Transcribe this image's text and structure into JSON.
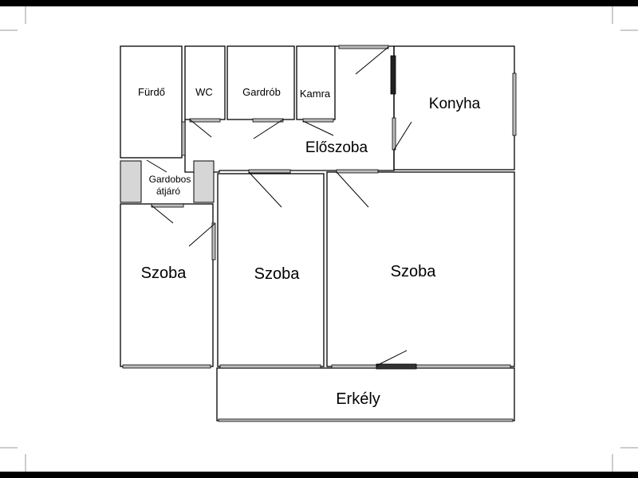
{
  "rooms": {
    "furdo": "Fürdő",
    "wc": "WC",
    "gardrob": "Gardrób",
    "kamra": "Kamra",
    "konyha": "Konyha",
    "eloszoba": "Előszoba",
    "gardobos_line1": "Gardobos",
    "gardobos_line2": "átjáró",
    "szoba_left": "Szoba",
    "szoba_middle": "Szoba",
    "szoba_right": "Szoba",
    "erkely": "Erkély"
  },
  "colors": {
    "frame": "#000000",
    "paper": "#ffffff",
    "wall": "#000000",
    "door_fill": "#bdbdbd",
    "closet_fill": "#d6d6d6"
  }
}
